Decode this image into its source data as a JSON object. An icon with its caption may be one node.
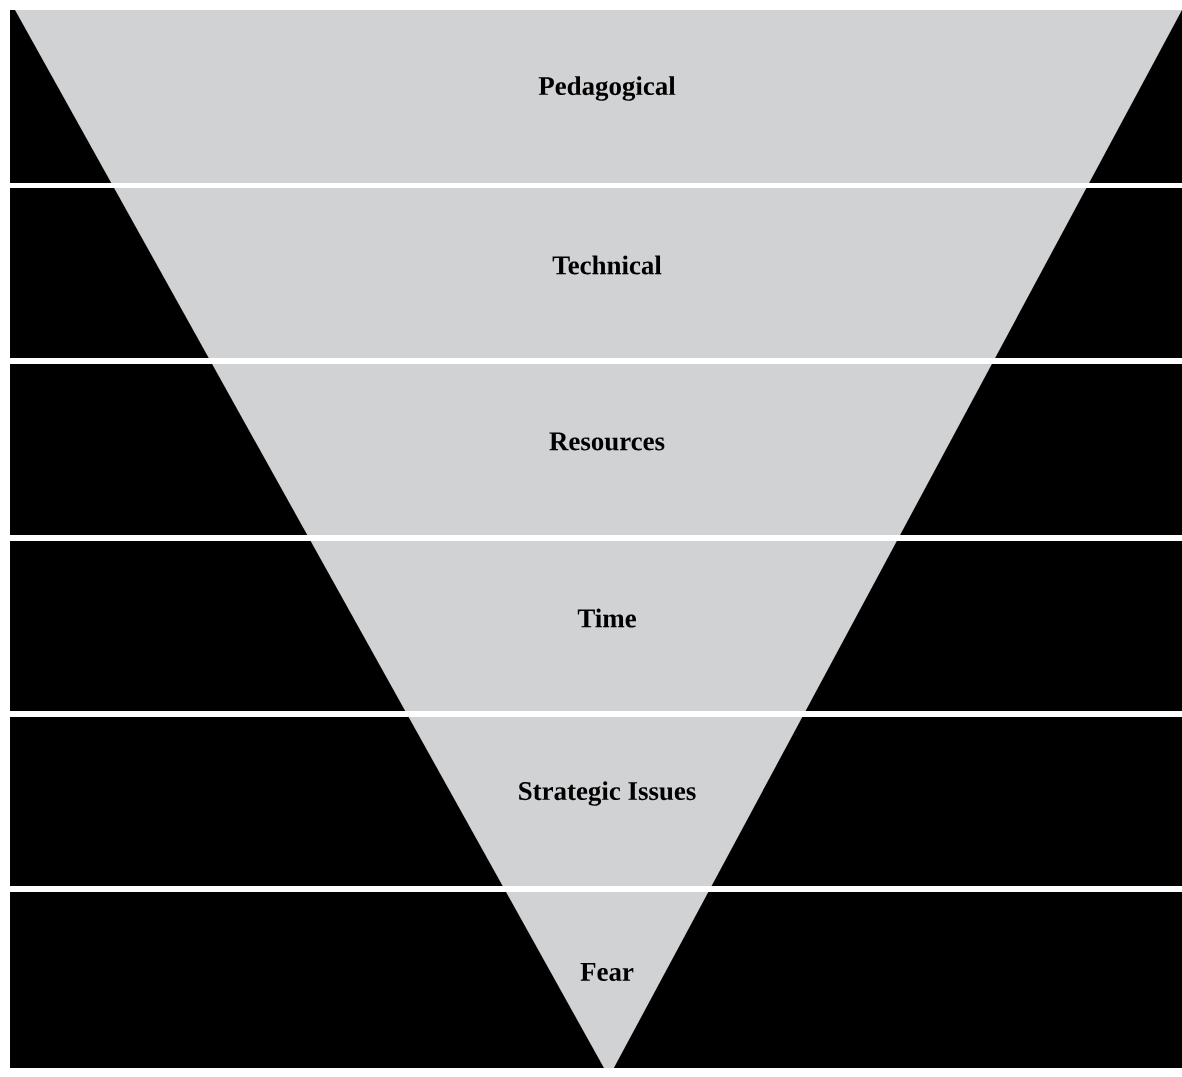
{
  "diagram": {
    "nodes": [
      {
        "text": [
          "Pedagogical"
        ]
      },
      {
        "text": [
          "Technical"
        ]
      },
      {
        "text": [
          "Resources"
        ]
      },
      {
        "text": [
          "Time"
        ]
      },
      {
        "text": [
          "Strategic Issues"
        ]
      },
      {
        "text": [
          "Fear"
        ]
      }
    ]
  }
}
